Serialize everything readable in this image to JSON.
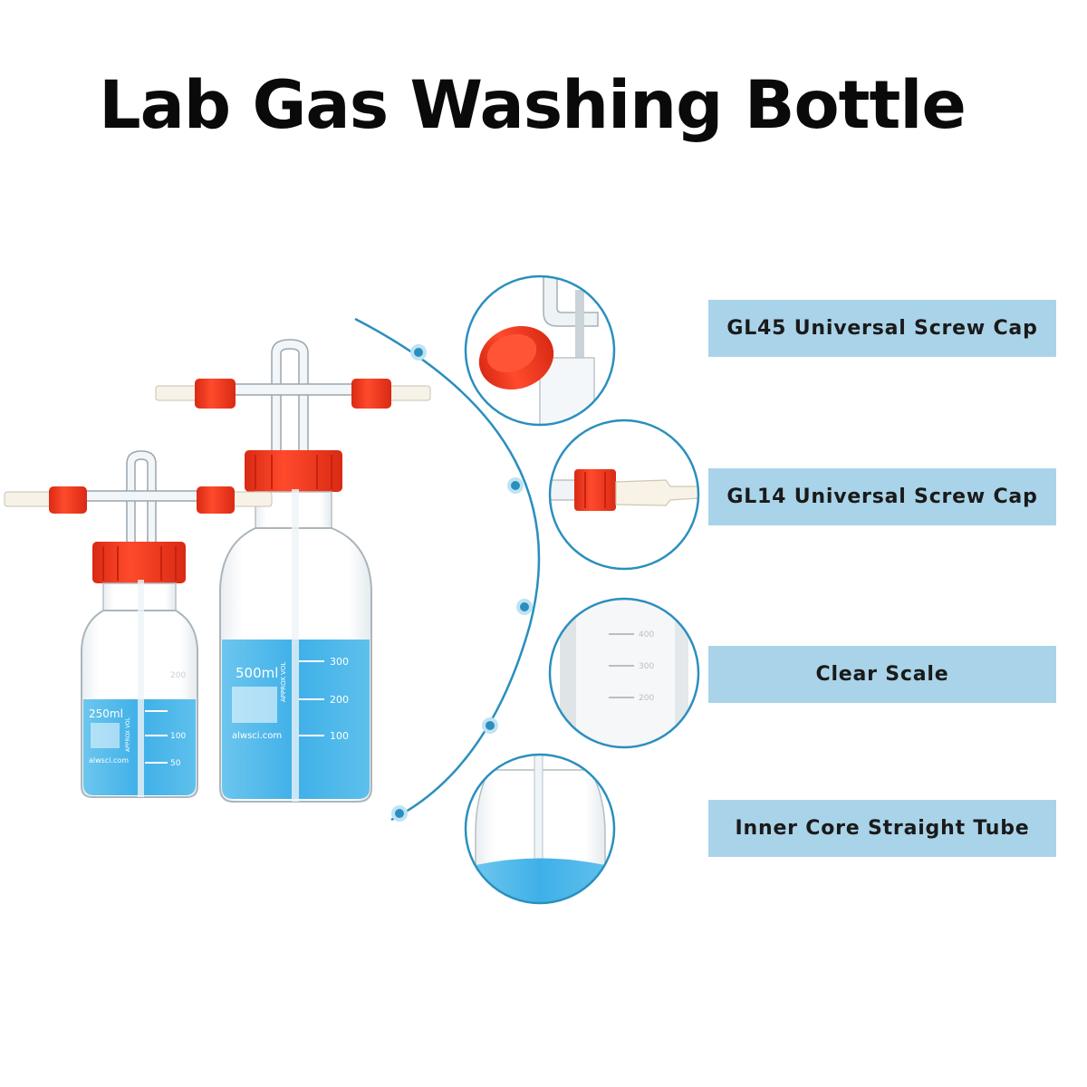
{
  "title": "Lab Gas Washing Bottle",
  "features": [
    {
      "label": "GL45 Universal Screw Cap"
    },
    {
      "label": "GL14 Universal Screw Cap"
    },
    {
      "label": "Clear Scale"
    },
    {
      "label": "Inner Core Straight Tube"
    }
  ],
  "bottles": {
    "large": {
      "volume": "500ml",
      "brand": "alwsci.com",
      "approx": "APPROX VOL",
      "marks": [
        "300",
        "200",
        "100"
      ]
    },
    "small": {
      "volume": "250ml",
      "brand": "alwsci.com",
      "approx": "APPROX VOL",
      "marks": [
        "200",
        "100",
        "50"
      ]
    }
  },
  "colors": {
    "cap_red": "#f0371f",
    "liquid_blue": "#4ab4e6",
    "arc_blue": "#2a8fbf",
    "label_bg": "#a9d3e8"
  }
}
